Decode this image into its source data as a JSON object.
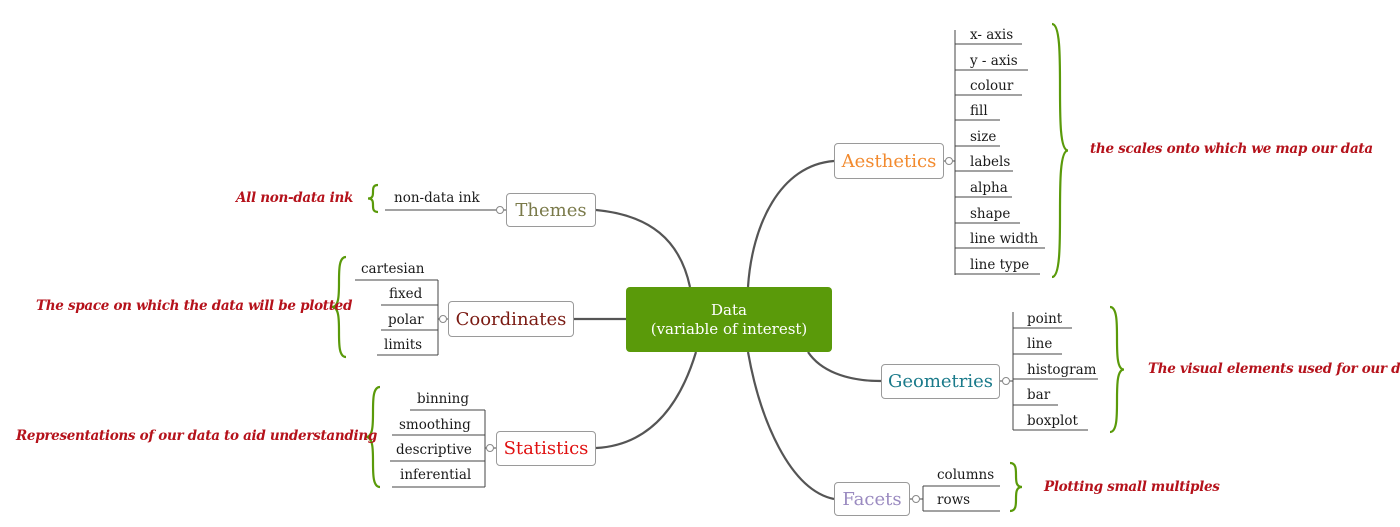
{
  "central": {
    "line1": "Data",
    "line2": "(variable of interest)"
  },
  "colors": {
    "central_fill": "#5a9a0a",
    "aesthetics": "#f28a2e",
    "themes": "#7a7a4a",
    "coordinates": "#7a1a12",
    "statistics": "#e01010",
    "geometries": "#1a7a8a",
    "facets": "#9a8ac0",
    "annotation": "#b5121b",
    "brace": "#5a9a0a",
    "connector": "#555555"
  },
  "branches": {
    "aesthetics": {
      "label": "Aesthetics",
      "items": [
        "x- axis",
        "y - axis",
        "colour",
        "fill",
        "size",
        "labels",
        "alpha",
        "shape",
        "line width",
        "line type"
      ],
      "note": "the scales onto which we map our data"
    },
    "themes": {
      "label": "Themes",
      "items": [
        "non-data ink"
      ],
      "note": "All non-data ink"
    },
    "coordinates": {
      "label": "Coordinates",
      "items": [
        "cartesian",
        "fixed",
        "polar",
        "limits"
      ],
      "note": "The space on which the data will be plotted"
    },
    "statistics": {
      "label": "Statistics",
      "items": [
        "binning",
        "smoothing",
        "descriptive",
        "inferential"
      ],
      "note": "Representations of our data to aid understanding"
    },
    "geometries": {
      "label": "Geometries",
      "items": [
        "point",
        "line",
        "histogram",
        "bar",
        "boxplot"
      ],
      "note": "The visual elements used for our data"
    },
    "facets": {
      "label": "Facets",
      "items": [
        "columns",
        "rows"
      ],
      "note": "Plotting small multiples"
    }
  }
}
